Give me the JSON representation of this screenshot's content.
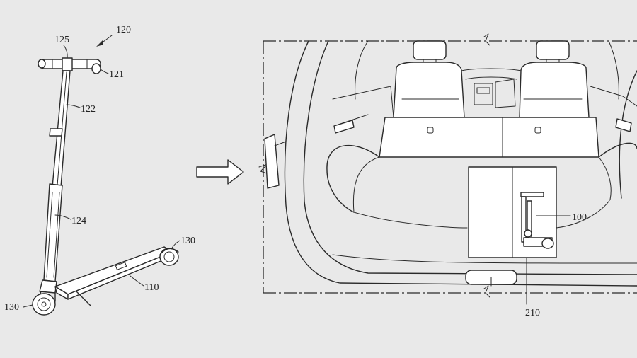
{
  "labels": {
    "scooter_assembly": "120",
    "stem_top": "125",
    "handle_grip": "121",
    "upper_pole": "122",
    "lower_pole": "124",
    "deck": "110",
    "rear_wheel": "130",
    "front_wheel": "130",
    "stored_scooter": "100",
    "storage_box": "210"
  },
  "colors": {
    "background": "#e9e9e9",
    "line": "#2a2a2a"
  },
  "icons": {
    "direction_arrow": "right-arrow-icon"
  }
}
